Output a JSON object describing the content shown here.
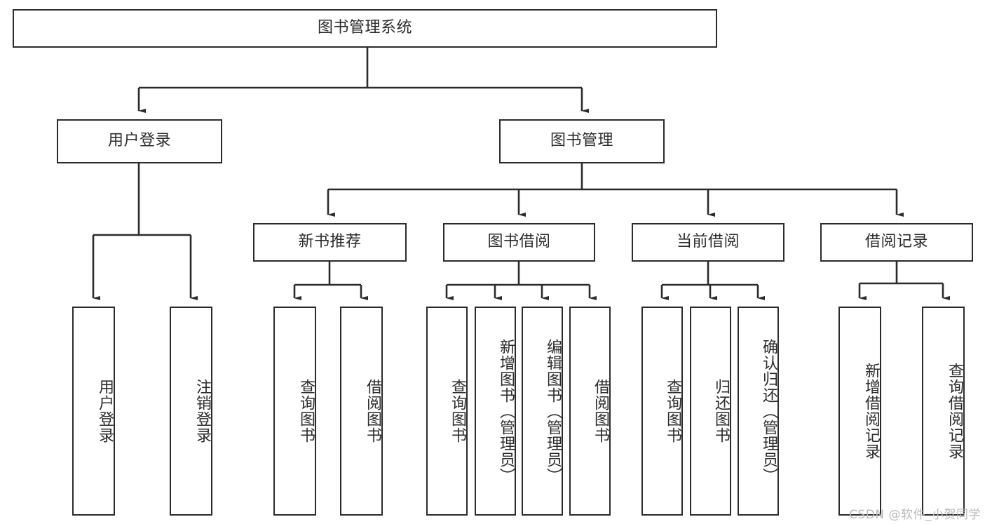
{
  "diagram": {
    "title": "图书管理系统",
    "type": "function-hierarchy-tree",
    "root": {
      "label": "图书管理系统"
    },
    "level2": [
      {
        "label": "用户登录"
      },
      {
        "label": "图书管理"
      }
    ],
    "level3": [
      {
        "label": "新书推荐"
      },
      {
        "label": "图书借阅"
      },
      {
        "label": "当前借阅"
      },
      {
        "label": "借阅记录"
      }
    ],
    "leaves": {
      "user_login": [
        {
          "label": "用户登录"
        },
        {
          "label": "注销登录"
        }
      ],
      "new_book_recommend": [
        {
          "label": "查询图书"
        },
        {
          "label": "借阅图书"
        }
      ],
      "book_borrow": [
        {
          "label": "查询图书"
        },
        {
          "label": "新增图书（管理员）"
        },
        {
          "label": "编辑图书（管理员）"
        },
        {
          "label": "借阅图书"
        }
      ],
      "current_borrow": [
        {
          "label": "查询图书"
        },
        {
          "label": "归还图书"
        },
        {
          "label": "确认归还（管理员）"
        }
      ],
      "borrow_record": [
        {
          "label": "新增借阅记录"
        },
        {
          "label": "查询借阅记录"
        }
      ]
    }
  },
  "watermark": {
    "text": "CSDN @软件_小贺同学"
  },
  "colors": {
    "stroke": "#2b2b2b",
    "background": "#ffffff",
    "text": "#2b2b2b",
    "watermark": "#b9b9b9"
  }
}
